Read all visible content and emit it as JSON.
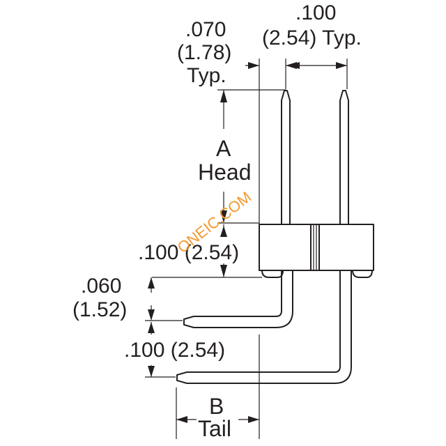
{
  "labels": {
    "pitch_top_in": ".100",
    "pitch_top_mm_typ": "(2.54) Typ.",
    "thickness_in": ".070",
    "thickness_mm": "(1.78)",
    "thickness_typ": "Typ.",
    "head_letter": "A",
    "head_word": "Head",
    "row_spacing": ".100 (2.54)",
    "offset_in": ".060",
    "offset_mm": "(1.52)",
    "tail_spacing": ".100 (2.54)",
    "tail_letter": "B",
    "tail_word": "Tail"
  },
  "watermark": "ONEIC.COM",
  "colors": {
    "ink": "#231f20",
    "watermark": "#f29a2e"
  }
}
